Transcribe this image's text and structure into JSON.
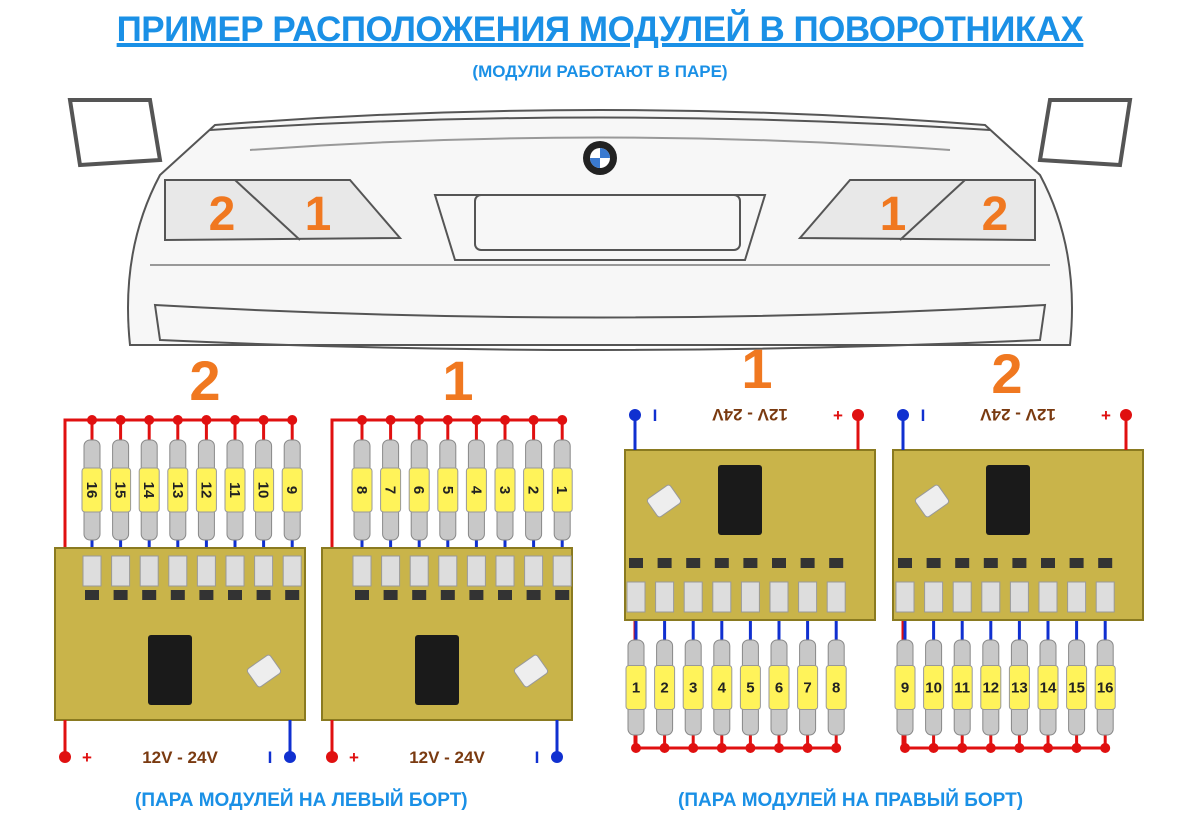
{
  "title": "ПРИМЕР РАСПОЛОЖЕНИЯ МОДУЛЕЙ В ПОВОРОТНИКАХ",
  "subtitle": "(МОДУЛИ РАБОТАЮТ В ПАРЕ)",
  "car": {
    "left_light_labels": [
      "2",
      "1"
    ],
    "right_light_labels": [
      "1",
      "2"
    ]
  },
  "modules": [
    {
      "label": "2",
      "side": "left",
      "leds": [
        "16",
        "15",
        "14",
        "13",
        "12",
        "11",
        "10",
        "9"
      ],
      "voltage": "12V - 24V",
      "plus": "+",
      "minus": "I"
    },
    {
      "label": "1",
      "side": "left",
      "leds": [
        "8",
        "7",
        "6",
        "5",
        "4",
        "3",
        "2",
        "1"
      ],
      "voltage": "12V - 24V",
      "plus": "+",
      "minus": "I"
    },
    {
      "label": "1",
      "side": "right",
      "leds": [
        "1",
        "2",
        "3",
        "4",
        "5",
        "6",
        "7",
        "8"
      ],
      "voltage": "12V - 24V",
      "plus": "+",
      "minus": "I"
    },
    {
      "label": "2",
      "side": "right",
      "leds": [
        "9",
        "10",
        "11",
        "12",
        "13",
        "14",
        "15",
        "16"
      ],
      "voltage": "12V - 24V",
      "plus": "+",
      "minus": "I"
    }
  ],
  "captions": {
    "left": "(ПАРА МОДУЛЕЙ НА ЛЕВЫЙ БОРТ)",
    "right": "(ПАРА МОДУЛЕЙ НА ПРАВЫЙ БОРТ)"
  },
  "colors": {
    "accent": "#1a90e6",
    "orange": "#f07820",
    "wire_plus": "#e01010",
    "wire_minus": "#1030d0",
    "board": "#c9b44a"
  }
}
